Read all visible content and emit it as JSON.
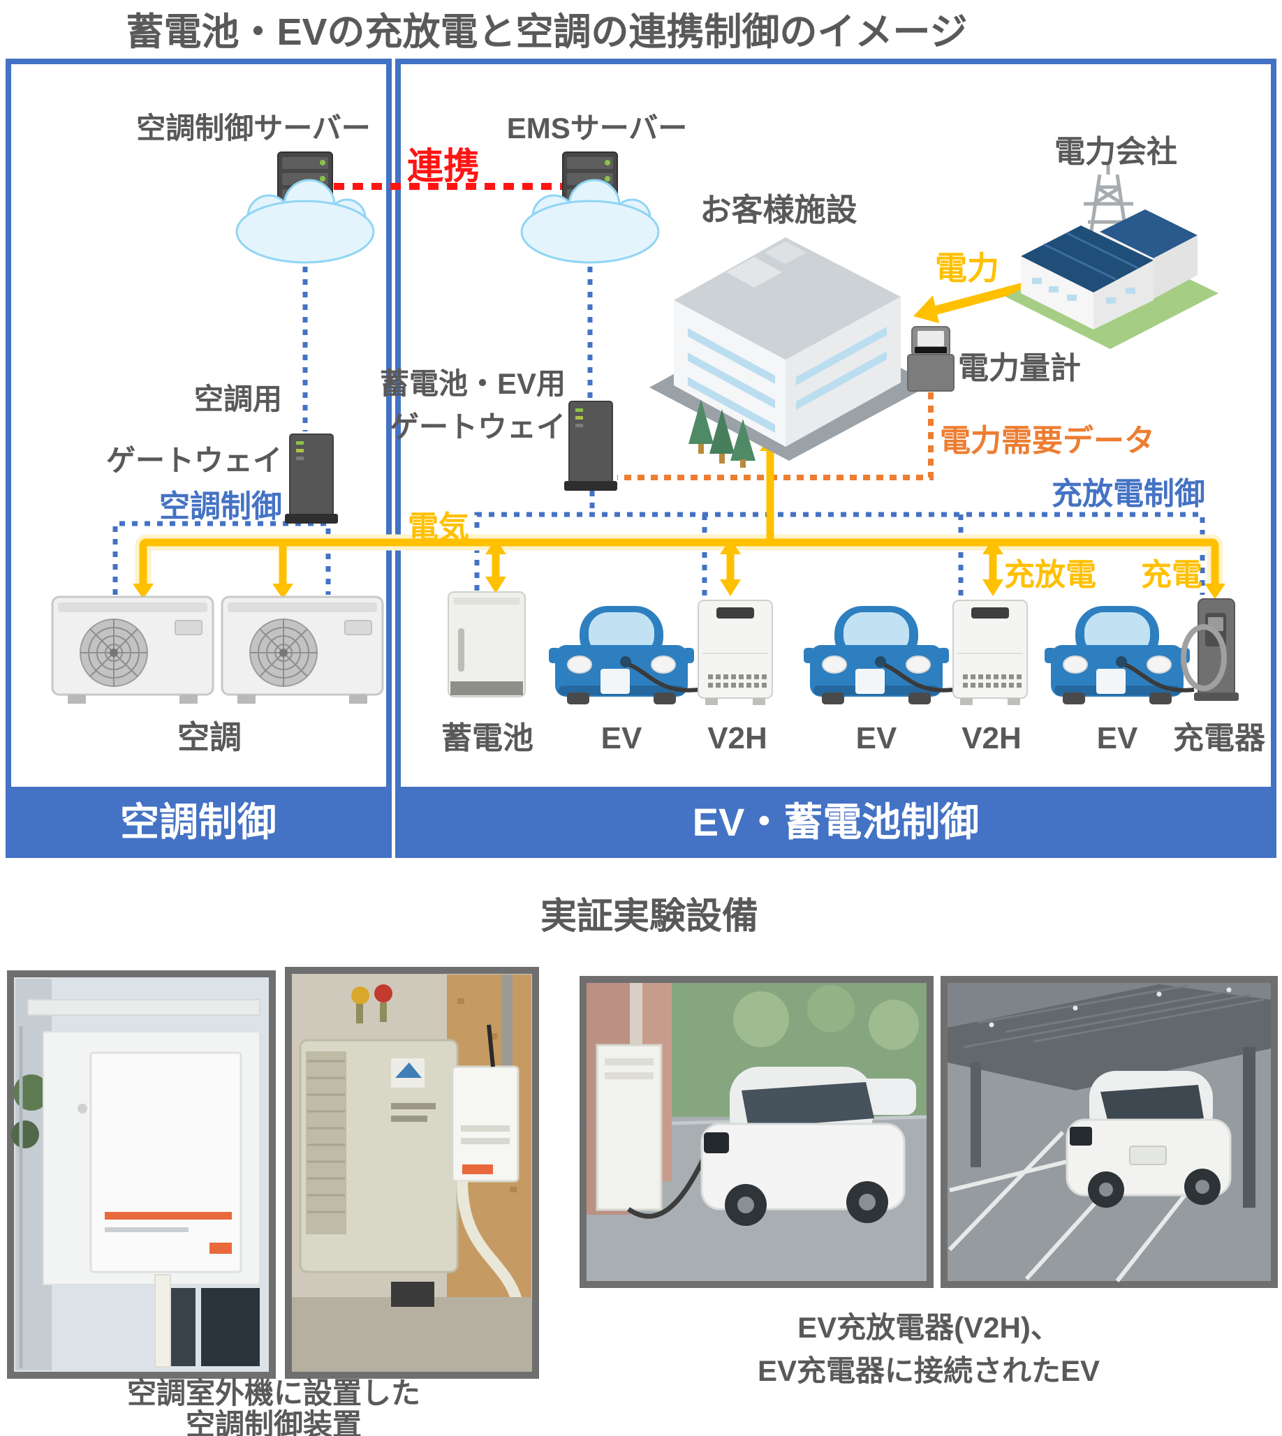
{
  "title": "蓄電池・EVの充放電と空調の連携制御のイメージ",
  "banners": {
    "left": "空調制御",
    "right": "EV・蓄電池制御"
  },
  "nodes": {
    "ac_server": "空調制御サーバー",
    "ems_server": "EMSサーバー",
    "power_company": "電力会社",
    "customer_facility": "お客様施設",
    "power_meter": "電力量計",
    "ac_gateway_line1": "空調用",
    "ac_gateway_line2": "ゲートウェイ",
    "ev_gateway_line1": "蓄電池・EV用",
    "ev_gateway_line2": "ゲートウェイ",
    "air_conditioner": "空調",
    "battery": "蓄電池",
    "ev": "EV",
    "v2h": "V2H",
    "charger": "充電器"
  },
  "links": {
    "renkei": "連携",
    "ac_control": "空調制御",
    "electricity": "電気",
    "power": "電力",
    "power_demand_data": "電力需要データ",
    "charge_discharge_control": "充放電制御",
    "charge_discharge": "充放電",
    "charge": "充電"
  },
  "experiment": {
    "heading": "実証実験設備",
    "caption_left_line1": "空調室外機に設置した",
    "caption_left_line2": "空調制御装置",
    "caption_right_line1": "EV充放電器(V2H)、",
    "caption_right_line2": "EV充電器に接続されたEV"
  },
  "colors": {
    "panel_blue": "#4472C4",
    "text_gray": "#595959",
    "line_yellow": "#FFC000",
    "line_orange": "#ED7D31",
    "line_red": "#FF1414",
    "banner_text": "#FFFFFF"
  }
}
